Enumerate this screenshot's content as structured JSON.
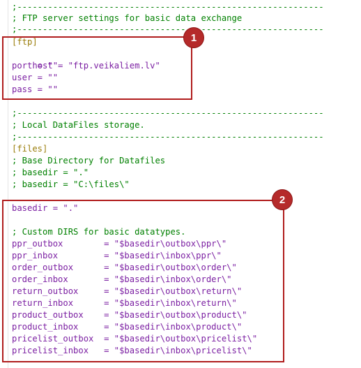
{
  "editor": {
    "lines": [
      ";------------------------------------------------------------",
      "; FTP server settings for basic data exchange",
      ";------------------------------------------------------------",
      "[ftp]",
      "host = \"ftp.veikaliem.lv\"",
      "port = \"\"",
      "user = \"\"",
      "pass = \"\"",
      "",
      ";------------------------------------------------------------",
      "; Local DataFiles storage.",
      ";------------------------------------------------------------",
      "[files]",
      "; Base Directory for Datafiles",
      "; basedir = \".\"",
      "; basedir = \"C:\\files\\\"",
      "",
      "basedir = \".\"",
      "",
      "; Custom DIRS for basic datatypes.",
      "ppr_outbox        = \"$basedir\\outbox\\ppr\\\"",
      "ppr_inbox         = \"$basedir\\inbox\\ppr\\\"",
      "order_outbox      = \"$basedir\\outbox\\order\\\"",
      "order_inbox       = \"$basedir\\inbox\\order\\\"",
      "return_outbox     = \"$basedir\\outbox\\return\\\"",
      "return_inbox      = \"$basedir\\inbox\\return\\\"",
      "product_outbox    = \"$basedir\\outbox\\product\\\"",
      "product_inbox     = \"$basedir\\inbox\\product\\\"",
      "pricelist_outbox  = \"$basedir\\outbox\\pricelist\\\"",
      "pricelist_inbox   = \"$basedir\\inbox\\pricelist\\\""
    ]
  },
  "annotations": {
    "badge_1": "1",
    "badge_2": "2"
  },
  "colors": {
    "comment": "#008000",
    "section": "#9a7d0a",
    "key": "#7b1fa2",
    "callout": "#b01c1c"
  }
}
